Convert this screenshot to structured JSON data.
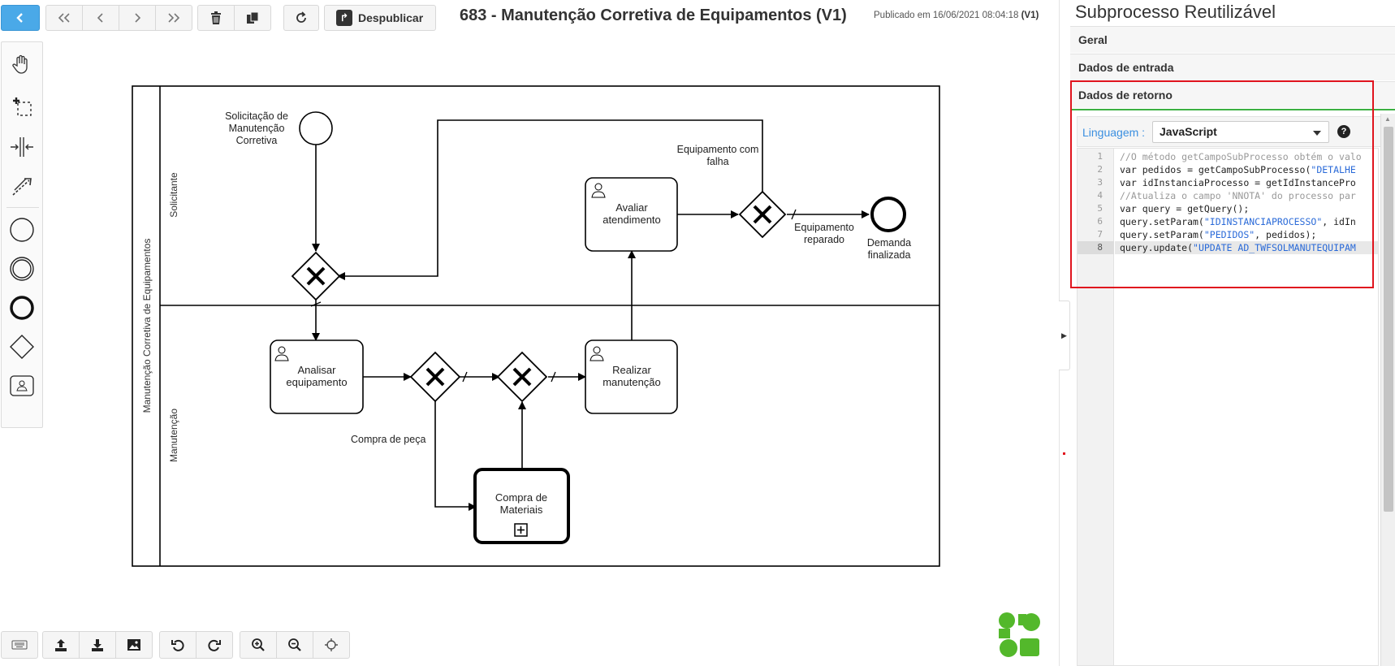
{
  "toolbar": {
    "unpublish_label": "Despublicar",
    "process_title": "683 - Manutenção Corretiva de Equipamentos (V1)",
    "published_text": "Publicado em 16/06/2021 08:04:18",
    "published_version": "(V1)"
  },
  "diagram": {
    "pool_label": "Manutenção Corretiva de Equipamentos",
    "lanes": [
      "Solicitante",
      "Manutenção"
    ],
    "start_event": "Solicitação de Manutenção Corretiva",
    "end_event": "Demanda finalizada",
    "tasks": {
      "analisar": "Analisar equipamento",
      "realizar": "Realizar manutenção",
      "avaliar": "Avaliar atendimento",
      "compra": "Compra de Materiais"
    },
    "flows": {
      "compra_peca": "Compra de peça",
      "equip_falha": "Equipamento com falha",
      "equip_reparado": "Equipamento reparado"
    }
  },
  "panel": {
    "title": "Subprocesso Reutilizável",
    "sections": [
      "Geral",
      "Dados de entrada",
      "Dados de retorno"
    ],
    "language_label": "Linguagem :",
    "language_value": "JavaScript",
    "code_lines": [
      "//O método getCampoSubProcesso obtém o valo",
      "var pedidos = getCampoSubProcesso(\"DETALHE",
      "var idInstanciaProcesso = getIdInstancePro",
      "//Atualiza o campo 'NNOTA' do processo par",
      "var query = getQuery();",
      "query.setParam(\"IDINSTANCIAPROCESSO\", idIn",
      "query.setParam(\"PEDIDOS\", pedidos);",
      "query.update(\"UPDATE AD_TWFSOLMANUTEQUIPAM"
    ],
    "line_numbers": [
      "1",
      "2",
      "3",
      "4",
      "5",
      "6",
      "7",
      "8"
    ]
  },
  "colors": {
    "primary_button": "#4aa9e8",
    "active_section": "#3cb043",
    "highlight_box": "#e0141e",
    "logo": "#53b82b"
  }
}
